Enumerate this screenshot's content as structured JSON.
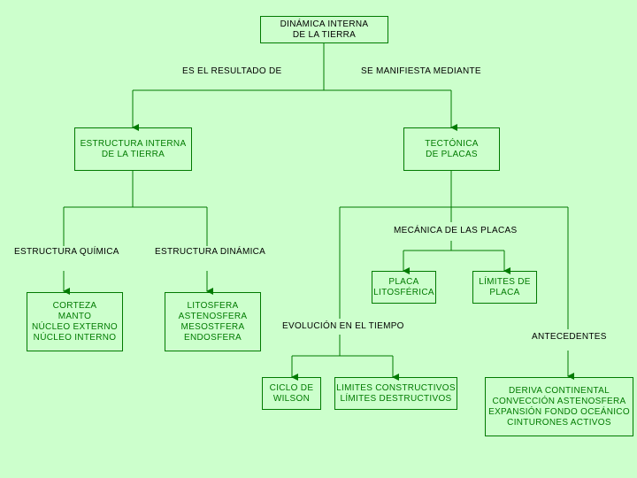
{
  "nodes": {
    "root": "DINÁMICA INTERNA\nDE LA TIERRA",
    "estructura": "ESTRUCTURA INTERNA\nDE LA TIERRA",
    "tectonica": "TECTÓNICA\nDE PLACAS",
    "quimica": "CORTEZA\nMANTO\nNÚCLEO EXTERNO\nNÚCLEO INTERNO",
    "dinamica": "LITOSFERA\nASTENOSFERA\nMESOSTFERA\nENDOSFERA",
    "placa": "PLACA\nLITOSFÉRICA",
    "limites": "LÍMITES DE\nPLACA",
    "ciclo": "CICLO DE\nWILSON",
    "constructivos": "LIMITES CONSTRUCTIVOS\nLÍMITES DESTRUCTIVOS",
    "antecedentes_box": "DERIVA CONTINENTAL\nCONVECCIÓN ASTENOSFERA\nEXPANSIÓN FONDO OCEÁNICO\nCINTURONES ACTIVOS"
  },
  "labels": {
    "resultado": "ES EL RESULTADO DE",
    "manifiesta": "SE MANIFIESTA MEDIANTE",
    "quimica": "ESTRUCTURA QUÍMICA",
    "dinamica": "ESTRUCTURA DINÁMICA",
    "mecanica": "MECÁNICA DE LAS PLACAS",
    "evolucion": "EVOLUCIÓN EN EL TIEMPO",
    "antecedentes": "ANTECEDENTES"
  },
  "colors": {
    "background": "#ccffcc",
    "line": "#007a00",
    "node_text": "#007a00"
  }
}
